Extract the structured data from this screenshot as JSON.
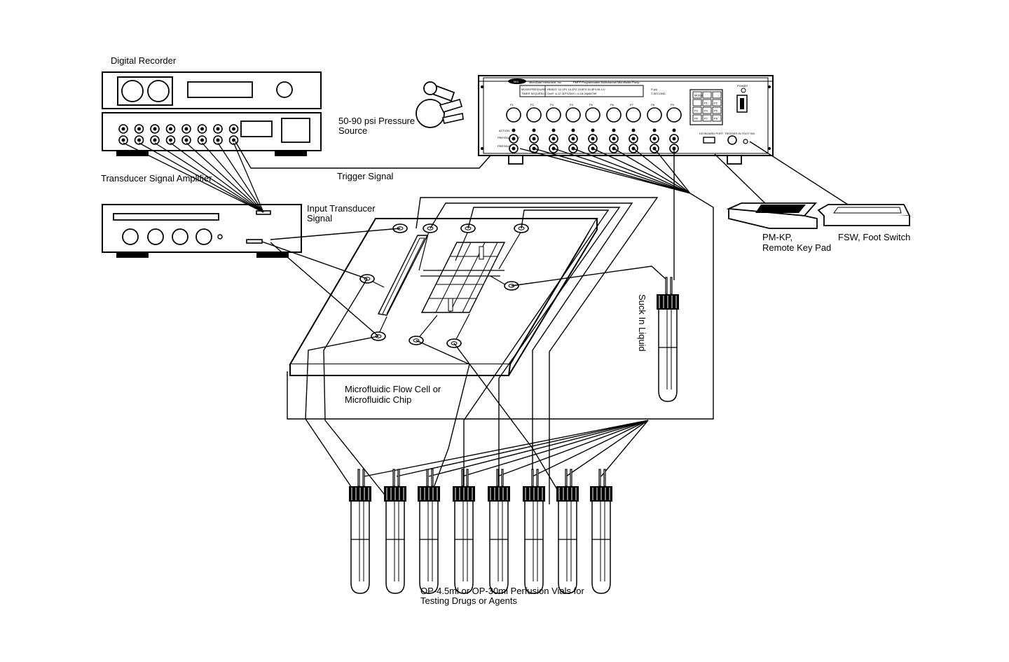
{
  "labels": {
    "digital_recorder": "Digital Recorder",
    "pressure_source_line1": "50-90 psi Pressure",
    "pressure_source_line2": "Source",
    "trigger_signal": "Trigger Signal",
    "transducer_amp": "Transducer Signal Amplifier",
    "input_transducer_line1": "Input Transducer",
    "input_transducer_line2": "Signal",
    "suck_in_liquid": "Suck In Liquid",
    "flow_cell_line1": "Microfluidic Flow Cell or",
    "flow_cell_line2": "Microfluidic Chip",
    "vials_line1": "OP-4.5ml or OP-30ml Perfusion Vials for",
    "vials_line2": "Testing Drugs or Agents",
    "keypad_line1": "PM-KP,",
    "keypad_line2": "Remote Key Pad",
    "footswitch": "FSW, Foot Switch"
  },
  "pump": {
    "brand": "MDI",
    "maker": "MicroData Instrument, Inc.",
    "model": "PMFP Programmable Multichannel Microfluidic Pump",
    "mode_label": "MODE/PRESSURE",
    "timer_label": "TIMER SEQUENCE",
    "display_line1": "READY: 12.1P1 13.2P2 15.6P3 15.4P4 05.4-V",
    "display_line2": "OutP: a-12.31P12349   >   b-16.26p56789",
    "unit_line1": "P-psi",
    "unit_line2": "T-SECOND",
    "power_label": "POWER",
    "keyboard_port": "KEYBOARD PORT",
    "trigger_port": "TRIGGER IN FOOT SW",
    "channels": [
      "P1",
      "P2",
      "P3",
      "P4",
      "P5",
      "P6",
      "P7",
      "P8",
      "P9"
    ],
    "row_labels": [
      "ACTION",
      "PRESSURE OUT",
      "PRESSURE IN"
    ],
    "keypad_keys": [
      "MODE",
      "",
      "",
      "",
      "P1",
      "P2",
      "P3",
      "P4",
      "P5",
      "P6",
      "P7",
      "P8"
    ]
  }
}
